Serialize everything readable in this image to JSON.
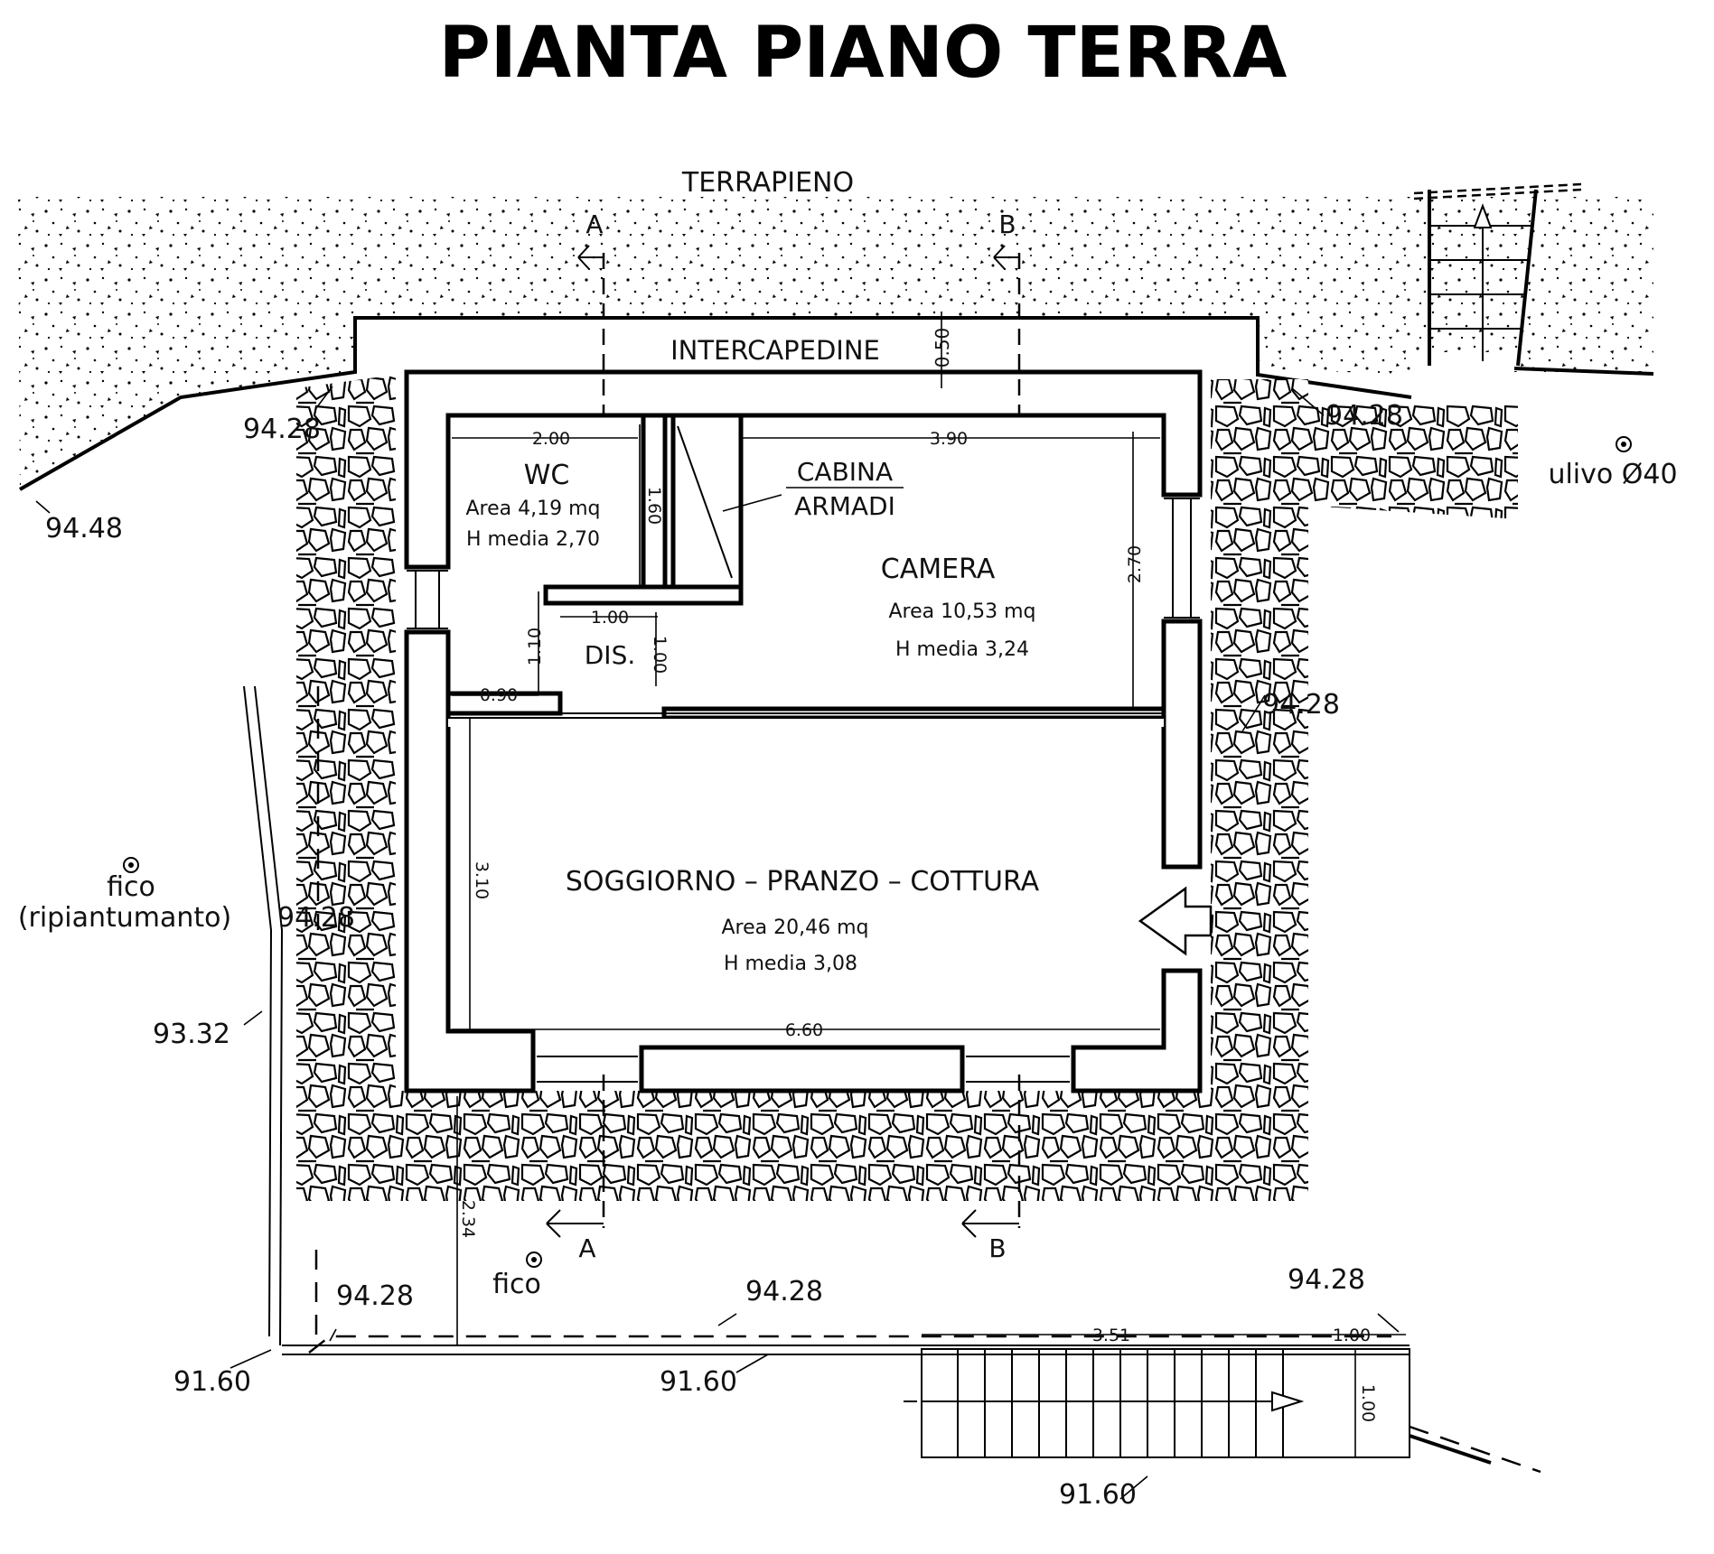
{
  "title": "PIANTA PIANO TERRA",
  "labels": {
    "terrapieno": "TERRAPIENO",
    "intercapedine": "INTERCAPEDINE",
    "section_a": "A",
    "section_b": "B",
    "dis": "DIS.",
    "cabina_line1": "CABINA",
    "cabina_line2": "ARMADI",
    "fico_top_line1": "fico",
    "fico_top_line2": "(ripiantumanto)",
    "fico_bottom": "fico",
    "ulivo": "ulivo Ø40"
  },
  "rooms": {
    "wc": {
      "name": "WC",
      "area": "Area 4,19 mq",
      "height": "H media 2,70"
    },
    "camera": {
      "name": "CAMERA",
      "area": "Area 10,53 mq",
      "height": "H media 3,24"
    },
    "soggiorno": {
      "name": "SOGGIORNO  –  PRANZO  –  COTTURA",
      "area": "Area 20,46 mq",
      "height": "H media 3,08"
    }
  },
  "dimensions": {
    "intercapedine": "0.50",
    "wc_width": "2.00",
    "wc_depth": "1.60",
    "camera_width": "3.90",
    "camera_depth": "2.70",
    "dis_width": "1.00",
    "dis_depth": "1.10",
    "dis_door": "1.00",
    "small": "0.90",
    "soggiorno_depth": "3.10",
    "soggiorno_width": "6.60",
    "front_depth": "2.34",
    "stair_length": "3.51",
    "stair_landing": "1.00",
    "stair_width": "1.00"
  },
  "elevations": {
    "e9448": "94.48",
    "e9428_nw": "94.28",
    "e9428_ne": "94.28",
    "e9428_e": "94.28",
    "e9428_w": "94.28",
    "e9332": "93.32",
    "e9428_s1": "94.28",
    "e9428_s2": "94.28",
    "e9428_s3": "94.28",
    "e9160_1": "91.60",
    "e9160_2": "91.60",
    "e9160_3": "91.60"
  }
}
